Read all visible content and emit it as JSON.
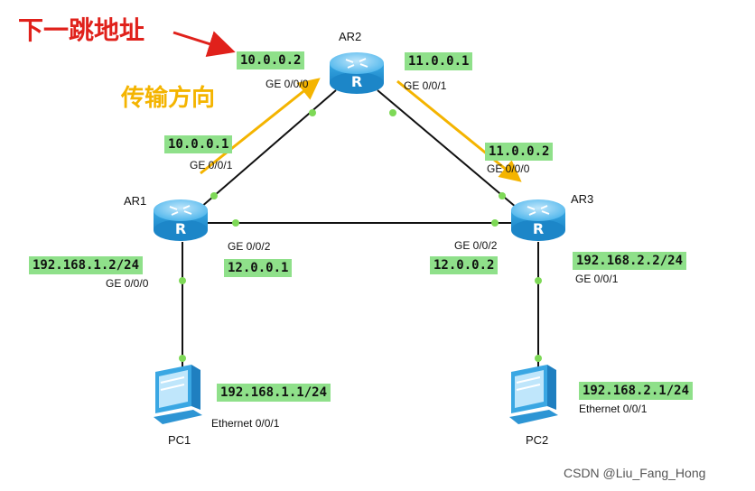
{
  "annotations": {
    "next_hop": "下一跳地址",
    "direction": "传输方向",
    "watermark": "CSDN @Liu_Fang_Hong"
  },
  "colors": {
    "ip_label_bg": "#8fe08a",
    "router_blue": "#2fa7e6",
    "annotation_red": "#e0211b",
    "annotation_orange": "#f4b400",
    "port_dot": "#7ed957"
  },
  "devices": {
    "ar1": "AR1",
    "ar2": "AR2",
    "ar3": "AR3",
    "pc1": "PC1",
    "pc2": "PC2"
  },
  "ip_labels": {
    "ar2_ge000": "10.0.0.2",
    "ar2_ge001": "11.0.0.1",
    "ar1_ge001": "10.0.0.1",
    "ar3_ge000": "11.0.0.2",
    "ar1_ge002": "12.0.0.1",
    "ar3_ge002": "12.0.0.2",
    "ar1_ge000": "192.168.1.2/24",
    "ar3_ge001": "192.168.2.2/24",
    "pc1_eth": "192.168.1.1/24",
    "pc2_eth": "192.168.2.1/24"
  },
  "port_labels": {
    "ar2_ge000": "GE 0/0/0",
    "ar2_ge001": "GE 0/0/1",
    "ar1_ge001": "GE 0/0/1",
    "ar3_ge000": "GE 0/0/0",
    "ar1_ge002": "GE 0/0/2",
    "ar3_ge002": "GE 0/0/2",
    "ar1_ge000": "GE 0/0/0",
    "ar3_ge001": "GE 0/0/1",
    "pc1_eth": "Ethernet 0/0/1",
    "pc2_eth": "Ethernet 0/0/1"
  }
}
